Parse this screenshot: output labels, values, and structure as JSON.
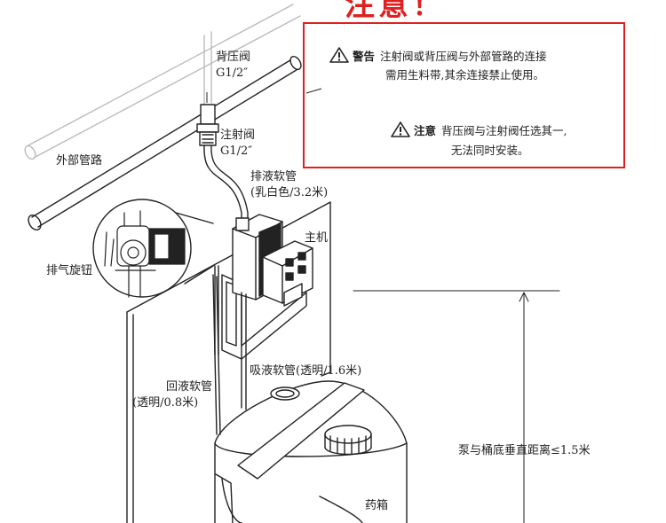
{
  "header": {
    "title": "注意！"
  },
  "notice": {
    "warning": {
      "tag": "警告",
      "line1": "注射阀或背压阀与外部管路的连接",
      "line2": "需用生料带,其余连接禁止使用。"
    },
    "caution": {
      "tag": "注意",
      "line1": "背压阀与注射阀任选其一,",
      "line2": "无法同时安装。"
    }
  },
  "labels": {
    "back_pressure_valve": "背压阀",
    "back_pressure_size": "G1/2″",
    "injection_valve": "注射阀",
    "injection_size": "G1/2″",
    "external_pipe": "外部管路",
    "drain_hose": "排液软管",
    "drain_hose_spec": "(乳白色/3.2米)",
    "main_unit": "主机",
    "vent_knob": "排气旋钮",
    "suction_hose": "吸液软管(透明/1.6米)",
    "return_hose": "回液软管",
    "return_hose_spec": "(透明/0.8米)",
    "distance_note": "泵与桶底垂直距离≤1.5米",
    "tank": "药箱"
  },
  "icons": {
    "warning": "warning-triangle-icon",
    "arrow": "up-arrow-icon"
  },
  "colors": {
    "accent": "#e02020",
    "line": "#222222"
  }
}
